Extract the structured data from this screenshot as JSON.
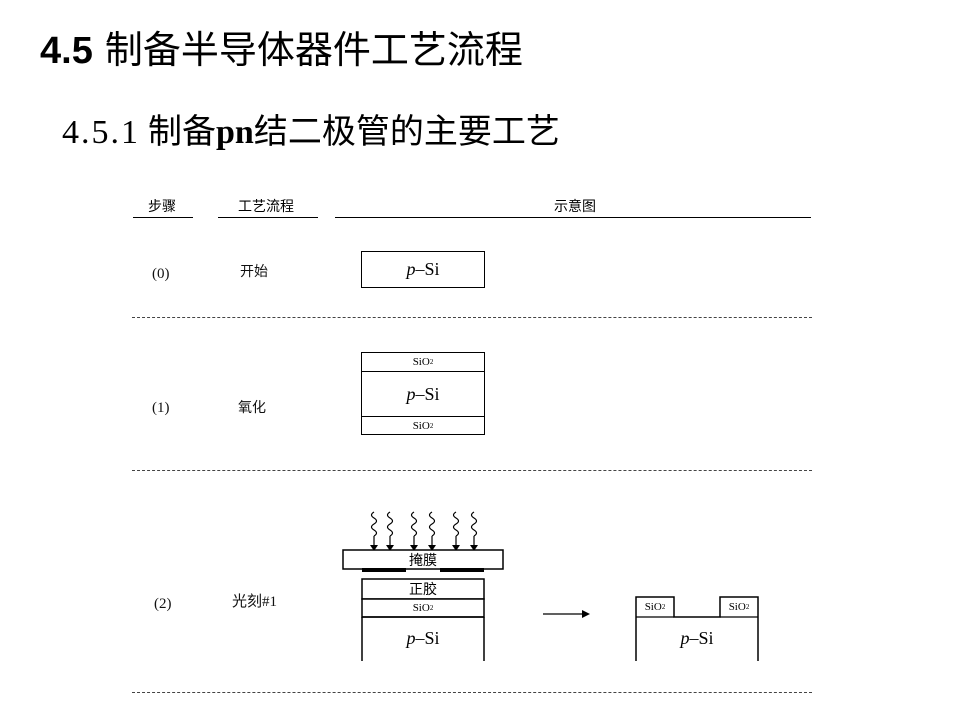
{
  "title": {
    "number": "4.5",
    "text": "制备半导体器件工艺流程"
  },
  "subtitle": {
    "number": "4.5.1",
    "pre": "制备",
    "pn": "pn",
    "post": "结二极管的主要工艺"
  },
  "table": {
    "headers": {
      "step": "步骤",
      "process": "工艺流程",
      "diagram": "示意图"
    },
    "rows": [
      {
        "step": "(0)",
        "process": "开始"
      },
      {
        "step": "(1)",
        "process": "氧化"
      },
      {
        "step": "(2)",
        "process": "光刻#1"
      }
    ]
  },
  "labels": {
    "p_italic": "p",
    "si_suffix": "–Si",
    "sio": "SiO",
    "sub2": "2",
    "mask": "掩膜",
    "photoresist": "正胶"
  }
}
